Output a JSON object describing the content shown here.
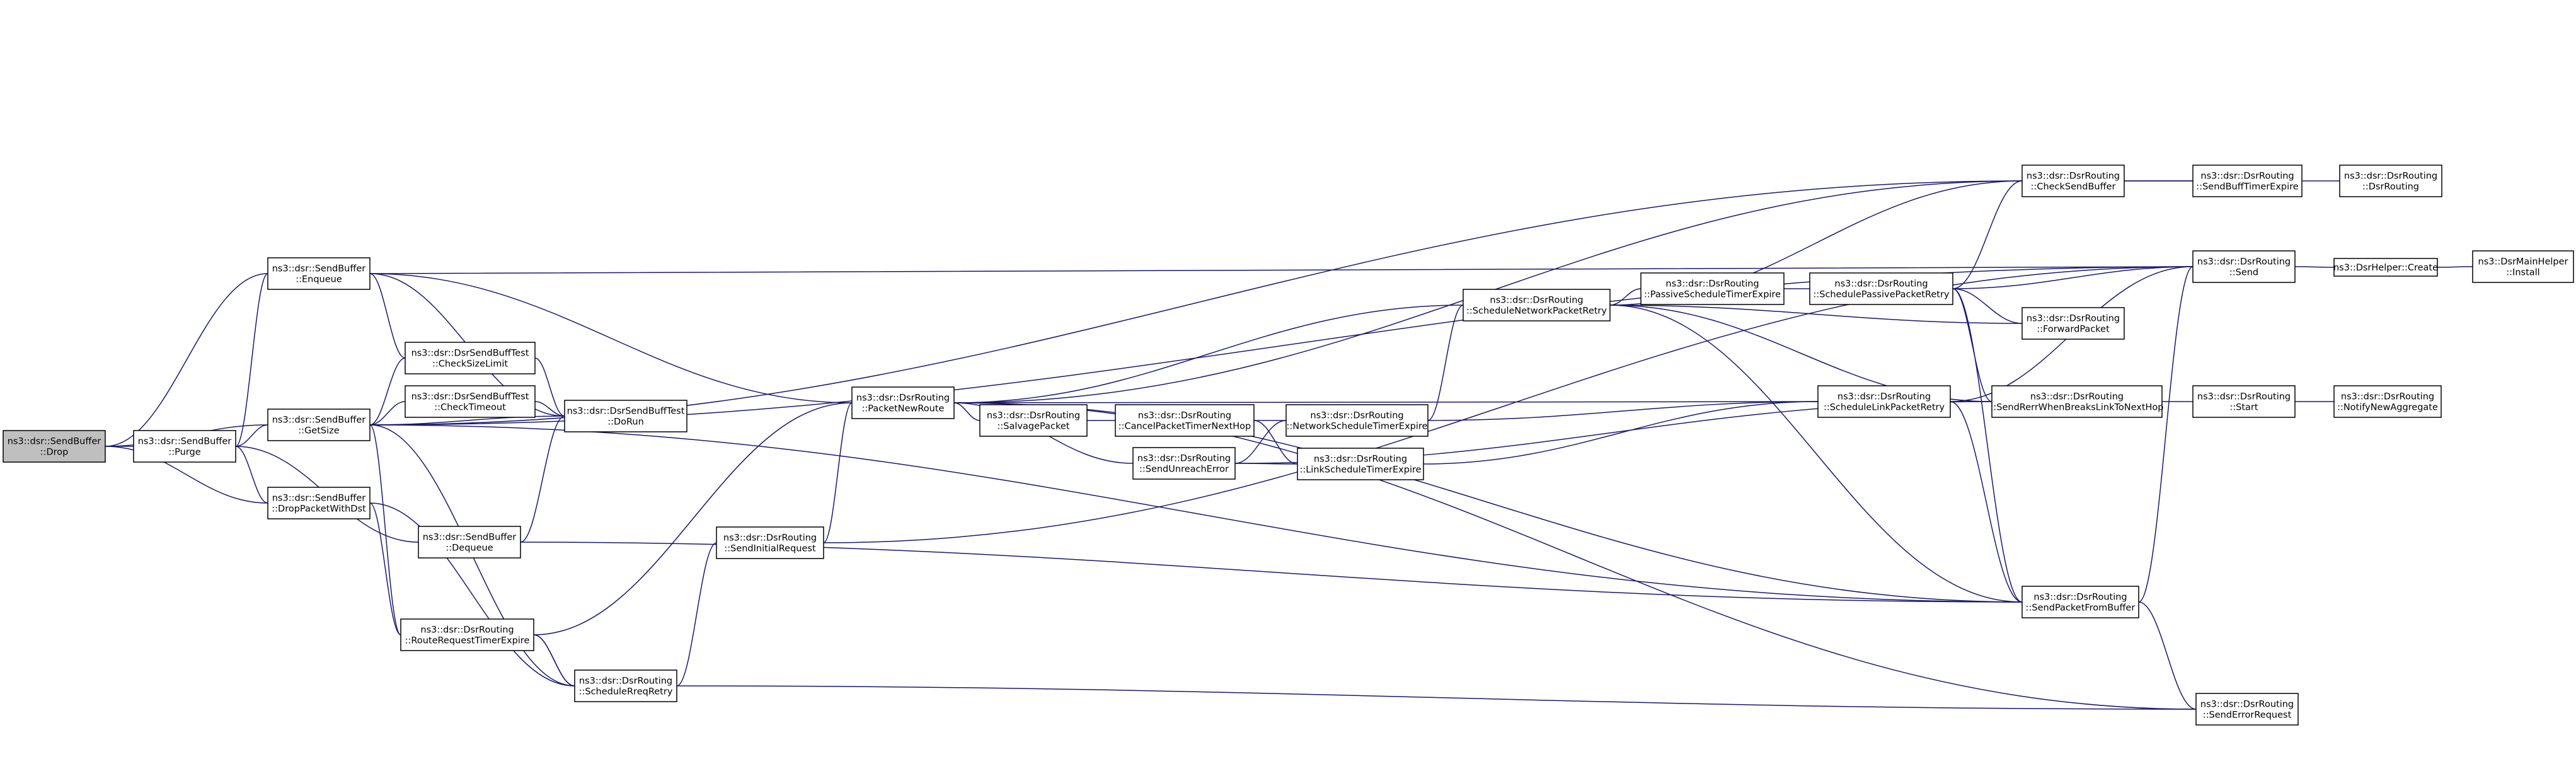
{
  "diagram": {
    "nodes": [
      {
        "id": "drop",
        "lines": [
          "ns3::dsr::SendBuffer",
          "::Drop"
        ],
        "root": true
      },
      {
        "id": "purge",
        "lines": [
          "ns3::dsr::SendBuffer",
          "::Purge"
        ]
      },
      {
        "id": "enqueue",
        "lines": [
          "ns3::dsr::SendBuffer",
          "::Enqueue"
        ]
      },
      {
        "id": "getsize",
        "lines": [
          "ns3::dsr::SendBuffer",
          "::GetSize"
        ]
      },
      {
        "id": "dropdst",
        "lines": [
          "ns3::dsr::SendBuffer",
          "::DropPacketWithDst"
        ]
      },
      {
        "id": "checksize",
        "lines": [
          "ns3::dsr::DsrSendBuffTest",
          "::CheckSizeLimit"
        ]
      },
      {
        "id": "checktimeout",
        "lines": [
          "ns3::dsr::DsrSendBuffTest",
          "::CheckTimeout"
        ]
      },
      {
        "id": "dorun",
        "lines": [
          "ns3::dsr::DsrSendBuffTest",
          "::DoRun"
        ]
      },
      {
        "id": "dequeue",
        "lines": [
          "ns3::dsr::SendBuffer",
          "::Dequeue"
        ]
      },
      {
        "id": "rrte",
        "lines": [
          "ns3::dsr::DsrRouting",
          "::RouteRequestTimerExpire"
        ]
      },
      {
        "id": "sar",
        "lines": [
          "ns3::dsr::DsrRouting",
          "::ScheduleRreqRetry"
        ]
      },
      {
        "id": "sir",
        "lines": [
          "ns3::dsr::DsrRouting",
          "::SendInitialRequest"
        ]
      },
      {
        "id": "pnr",
        "lines": [
          "ns3::dsr::DsrRouting",
          "::PacketNewRoute"
        ]
      },
      {
        "id": "salvage",
        "lines": [
          "ns3::dsr::DsrRouting",
          "::SalvagePacket"
        ]
      },
      {
        "id": "cptnh",
        "lines": [
          "ns3::dsr::DsrRouting",
          "::CancelPacketTimerNextHop"
        ]
      },
      {
        "id": "sue",
        "lines": [
          "ns3::dsr::DsrRouting",
          "::SendUnreachError"
        ]
      },
      {
        "id": "nste",
        "lines": [
          "ns3::dsr::DsrRouting",
          "::NetworkScheduleTimerExpire"
        ]
      },
      {
        "id": "lste",
        "lines": [
          "ns3::dsr::DsrRouting",
          "::LinkScheduleTimerExpire"
        ]
      },
      {
        "id": "snpr",
        "lines": [
          "ns3::dsr::DsrRouting",
          "::ScheduleNetworkPacketRetry"
        ]
      },
      {
        "id": "pste",
        "lines": [
          "ns3::dsr::DsrRouting",
          "::PassiveScheduleTimerExpire"
        ]
      },
      {
        "id": "sppr",
        "lines": [
          "ns3::dsr::DsrRouting",
          "::SchedulePassivePacketRetry"
        ]
      },
      {
        "id": "slpr",
        "lines": [
          "ns3::dsr::DsrRouting",
          "::ScheduleLinkPacketRetry"
        ]
      },
      {
        "id": "csb",
        "lines": [
          "ns3::dsr::DsrRouting",
          "::CheckSendBuffer"
        ]
      },
      {
        "id": "fwd",
        "lines": [
          "ns3::dsr::DsrRouting",
          "::ForwardPacket"
        ]
      },
      {
        "id": "srwb",
        "lines": [
          "ns3::dsr::DsrRouting",
          "::SendRerrWhenBreaksLinkToNextHop"
        ]
      },
      {
        "id": "spfb",
        "lines": [
          "ns3::dsr::DsrRouting",
          "::SendPacketFromBuffer"
        ]
      },
      {
        "id": "ser",
        "lines": [
          "ns3::dsr::DsrRouting",
          "::SendErrorRequest"
        ]
      },
      {
        "id": "sbte",
        "lines": [
          "ns3::dsr::DsrRouting",
          "::SendBuffTimerExpire"
        ]
      },
      {
        "id": "dsrrouting",
        "lines": [
          "ns3::dsr::DsrRouting",
          "::DsrRouting"
        ]
      },
      {
        "id": "send",
        "lines": [
          "ns3::dsr::DsrRouting",
          "::Send"
        ]
      },
      {
        "id": "create",
        "lines": [
          "ns3::DsrHelper::Create"
        ]
      },
      {
        "id": "install",
        "lines": [
          "ns3::DsrMainHelper",
          "::Install"
        ]
      },
      {
        "id": "start",
        "lines": [
          "ns3::dsr::DsrRouting",
          "::Start"
        ]
      },
      {
        "id": "nna",
        "lines": [
          "ns3::dsr::DsrRouting",
          "::NotifyNewAggregate"
        ]
      }
    ],
    "edges": [
      [
        "purge",
        "drop"
      ],
      [
        "enqueue",
        "drop"
      ],
      [
        "getsize",
        "drop"
      ],
      [
        "dropdst",
        "drop"
      ],
      [
        "enqueue",
        "purge"
      ],
      [
        "getsize",
        "purge"
      ],
      [
        "dequeue",
        "purge"
      ],
      [
        "dropdst",
        "purge"
      ],
      [
        "checksize",
        "enqueue"
      ],
      [
        "dorun",
        "enqueue"
      ],
      [
        "pnr",
        "enqueue"
      ],
      [
        "send",
        "enqueue"
      ],
      [
        "checksize",
        "getsize"
      ],
      [
        "checktimeout",
        "getsize"
      ],
      [
        "dorun",
        "getsize"
      ],
      [
        "rrte",
        "getsize"
      ],
      [
        "sar",
        "getsize"
      ],
      [
        "csb",
        "getsize"
      ],
      [
        "spfb",
        "getsize"
      ],
      [
        "send",
        "getsize"
      ],
      [
        "dorun",
        "checksize"
      ],
      [
        "dorun",
        "checktimeout"
      ],
      [
        "dorun",
        "dequeue"
      ],
      [
        "rrte",
        "dropdst"
      ],
      [
        "sar",
        "dropdst"
      ],
      [
        "sar",
        "rrte"
      ],
      [
        "rrte",
        "sar"
      ],
      [
        "sar",
        "sir"
      ],
      [
        "sir",
        "pnr"
      ],
      [
        "rrte",
        "pnr"
      ],
      [
        "salvage",
        "pnr"
      ],
      [
        "sue",
        "pnr"
      ],
      [
        "snpr",
        "pnr"
      ],
      [
        "slpr",
        "pnr"
      ],
      [
        "csb",
        "pnr"
      ],
      [
        "spfb",
        "pnr"
      ],
      [
        "ser",
        "pnr"
      ],
      [
        "cptnh",
        "salvage"
      ],
      [
        "nste",
        "cptnh"
      ],
      [
        "lste",
        "cptnh"
      ],
      [
        "nste",
        "sue"
      ],
      [
        "lste",
        "sue"
      ],
      [
        "srwb",
        "sue"
      ],
      [
        "nste",
        "snpr"
      ],
      [
        "pste",
        "snpr"
      ],
      [
        "fwd",
        "snpr"
      ],
      [
        "srwb",
        "snpr"
      ],
      [
        "csb",
        "snpr"
      ],
      [
        "lste",
        "slpr"
      ],
      [
        "nste",
        "slpr"
      ],
      [
        "srwb",
        "slpr"
      ],
      [
        "spfb",
        "slpr"
      ],
      [
        "sppr",
        "pste"
      ],
      [
        "csb",
        "sppr"
      ],
      [
        "fwd",
        "sppr"
      ],
      [
        "send",
        "sppr"
      ],
      [
        "srwb",
        "sppr"
      ],
      [
        "spfb",
        "sppr"
      ],
      [
        "sbte",
        "csb"
      ],
      [
        "csb",
        "sbte"
      ],
      [
        "dsrrouting",
        "sbte"
      ],
      [
        "send",
        "slpr"
      ],
      [
        "spfb",
        "snpr"
      ],
      [
        "create",
        "send"
      ],
      [
        "install",
        "create"
      ],
      [
        "start",
        "srwb"
      ],
      [
        "nna",
        "start"
      ],
      [
        "send",
        "sir"
      ],
      [
        "spfb",
        "dequeue"
      ],
      [
        "ser",
        "sar"
      ],
      [
        "ser",
        "spfb"
      ],
      [
        "send",
        "spfb"
      ]
    ]
  }
}
